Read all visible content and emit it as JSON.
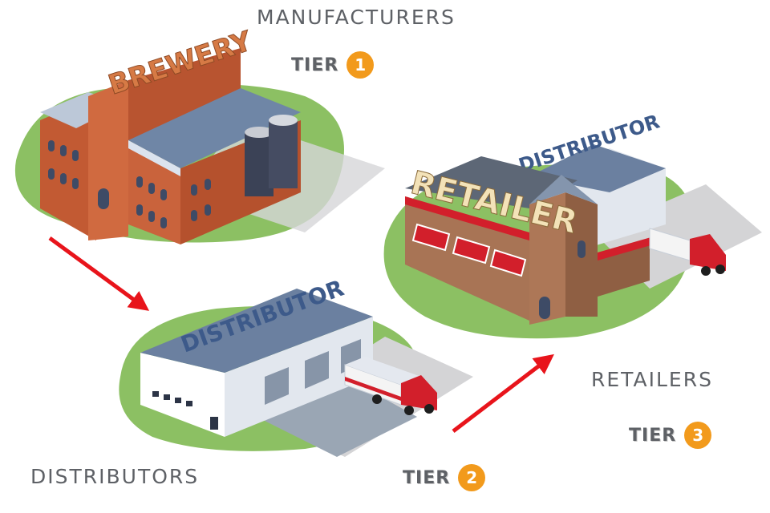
{
  "labels": {
    "manufacturers": "MANUFACTURERS",
    "distributors": "DISTRIBUTORS",
    "retailers": "RETAILERS"
  },
  "tiers": [
    {
      "word": "TIER",
      "number": "1"
    },
    {
      "word": "TIER",
      "number": "2"
    },
    {
      "word": "TIER",
      "number": "3"
    }
  ],
  "signs": {
    "brewery": "BREWERY",
    "distributor": "DISTRIBUTOR",
    "retailer": "RETAILER",
    "retailer_distributor": "DISTRIBUTOR"
  },
  "colors": {
    "arrow": "#e8141b",
    "badge": "#f29a1c",
    "grass": "#8cc063",
    "brick": "#c9633c",
    "roof": "#6f86a6",
    "truck_red": "#d21f2b"
  },
  "icons": [
    "brewery-building",
    "distributor-warehouse",
    "retailer-store",
    "delivery-truck",
    "flow-arrow"
  ]
}
